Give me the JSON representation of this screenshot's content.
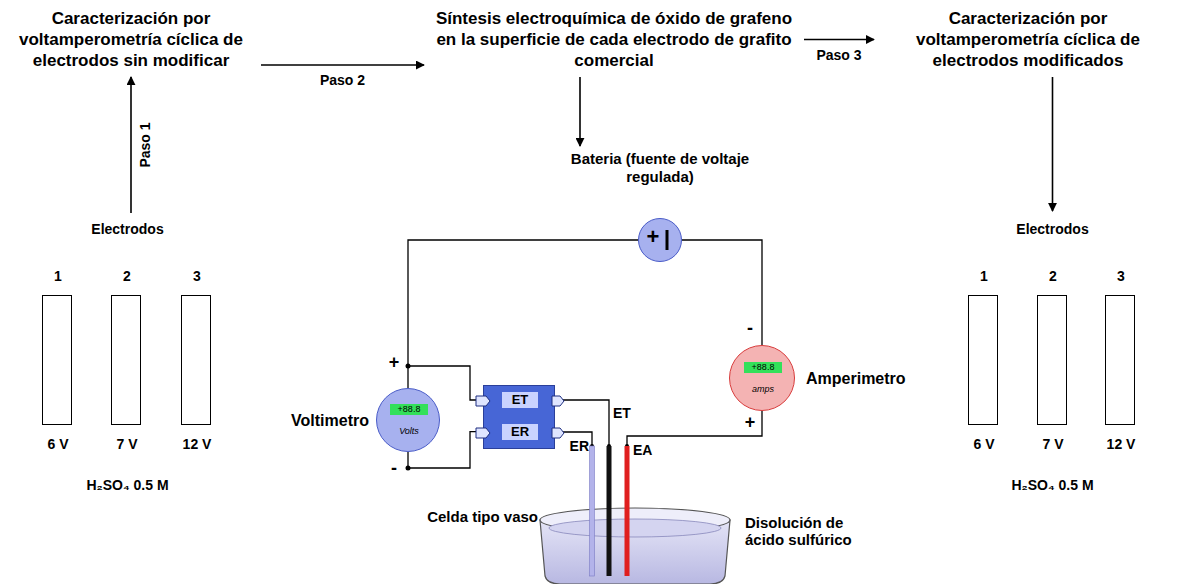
{
  "diagram": {
    "nodes": [
      {
        "text": [
          "Caracterización por voltamperometría cíclica de electrodos sin modificar"
        ]
      },
      {
        "text": [
          "Síntesis electroquímica de óxido de grafeno en la superficie de cada electrodo de grafito comercial"
        ]
      },
      {
        "text": [
          "Caracterización por voltamperometría cíclica de electrodos modificados"
        ]
      },
      {
        "text": [
          "Electrodos",
          "H₂SO₄ 0.5 M"
        ]
      },
      {
        "text": [
          "1",
          "6 V"
        ],
        "in": 3
      },
      {
        "text": [
          "2",
          "7 V"
        ],
        "in": 3
      },
      {
        "text": [
          "3",
          "12 V"
        ],
        "in": 3
      },
      {
        "text": [
          "Bateria (fuente de voltaje regulada)",
          "+"
        ]
      },
      {
        "text": [
          "Voltimetro",
          "+88.8",
          "Volts"
        ]
      },
      {
        "text": [
          "ET",
          "ER"
        ]
      },
      {
        "text": [
          "Amperimetro",
          "+88.8",
          "amps"
        ]
      },
      {
        "text": [
          "Electrodos",
          "H₂SO₄ 0.5 M"
        ]
      },
      {
        "text": [
          "1",
          "6 V"
        ],
        "in": 11
      },
      {
        "text": [
          "2",
          "7 V"
        ],
        "in": 11
      },
      {
        "text": [
          "3",
          "12 V"
        ],
        "in": 11
      }
    ],
    "edges": [
      {
        "from": 3,
        "to": 0,
        "label": "Paso 1",
        "arrow": "to"
      },
      {
        "from": 0,
        "to": 1,
        "label": "Paso 2",
        "arrow": "to"
      },
      {
        "from": 1,
        "to": 2,
        "label": "Paso 3",
        "arrow": "to"
      },
      {
        "from": 1,
        "to": 7,
        "arrow": "to"
      },
      {
        "from": 2,
        "to": 11,
        "arrow": "to"
      },
      {
        "from": 7,
        "to": 8,
        "arrow": "none"
      },
      {
        "from": 7,
        "to": 10,
        "arrow": "none"
      },
      {
        "from": 8,
        "to": 9,
        "arrow": "none"
      }
    ],
    "labels": [
      "ER",
      "ET",
      "EA",
      "+",
      "-",
      "-",
      "+",
      "Celda tipo vaso",
      "Disolución de ácido sulfúrico"
    ]
  }
}
